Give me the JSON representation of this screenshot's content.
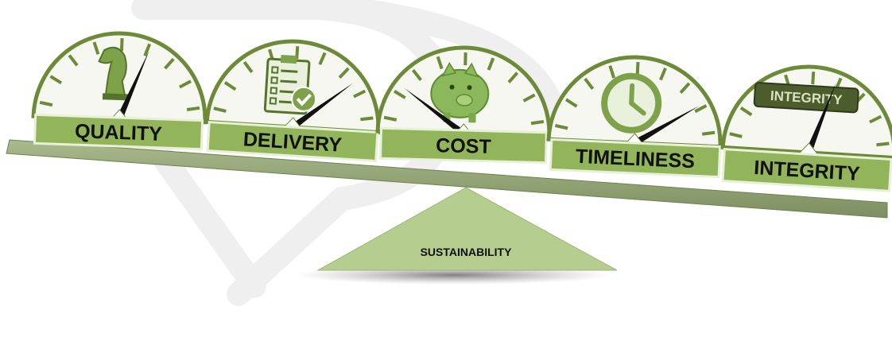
{
  "colors": {
    "accent": "#92b45a",
    "accent_dark": "#5f7a2f",
    "gauge_fill": "#f5f7f0",
    "gauge_border": "#6c8a37",
    "needle": "#111111",
    "label_text": "#111111",
    "beam": "#8d9f6f",
    "fulcrum": "#b4cc8c",
    "watermark": "#dcdcdc"
  },
  "gauges": [
    {
      "label": "QUALITY",
      "icon": "chess-knight-icon",
      "needle_level": 0.62
    },
    {
      "label": "DELIVERY",
      "icon": "checklist-icon",
      "needle_level": 0.78
    },
    {
      "label": "COST",
      "icon": "piggy-bank-icon",
      "needle_level": 0.2
    },
    {
      "label": "TIMELINESS",
      "icon": "clock-icon",
      "needle_level": 0.82
    },
    {
      "label": "INTEGRITY",
      "icon": "integrity-badge-icon",
      "needle_level": 0.6,
      "badge_text": "INTEGRITY"
    }
  ],
  "fulcrum": {
    "label": "SUSTAINABILITY"
  }
}
